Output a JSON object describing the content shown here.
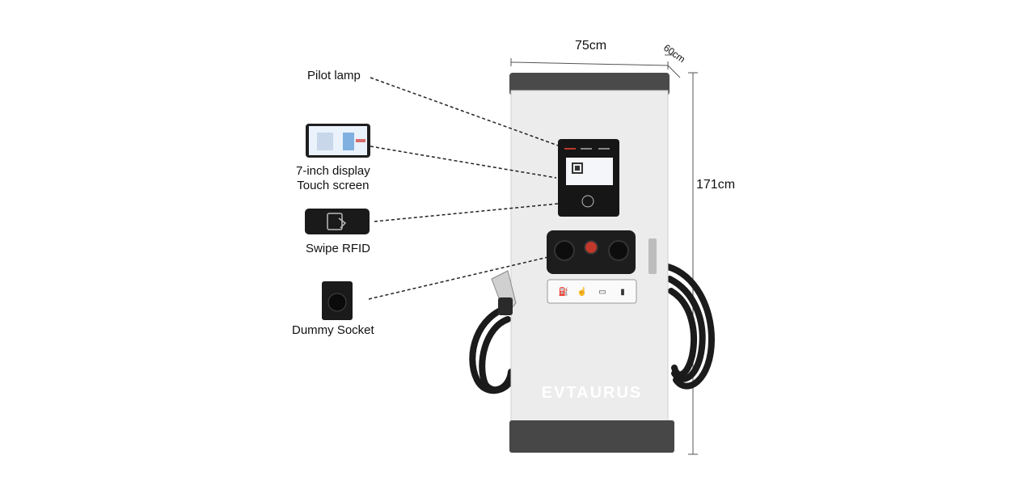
{
  "annotations": {
    "pilot_lamp": "Pilot lamp",
    "display_line1": "7-inch display",
    "display_line2": "Touch screen",
    "swipe_rfid": "Swipe RFID",
    "dummy_socket": "Dummy Socket"
  },
  "dimensions": {
    "width": "75cm",
    "depth": "60cm",
    "height": "171cm"
  },
  "brand": "EVTAURUS",
  "colors": {
    "cabinet": "#ececec",
    "cap": "#4a4a4a",
    "cable": "#1a1a1a",
    "lamp_red": "#c0392b"
  },
  "icons": [
    "plug-icon",
    "hand-tap-icon",
    "card-icon",
    "battery-icon"
  ]
}
